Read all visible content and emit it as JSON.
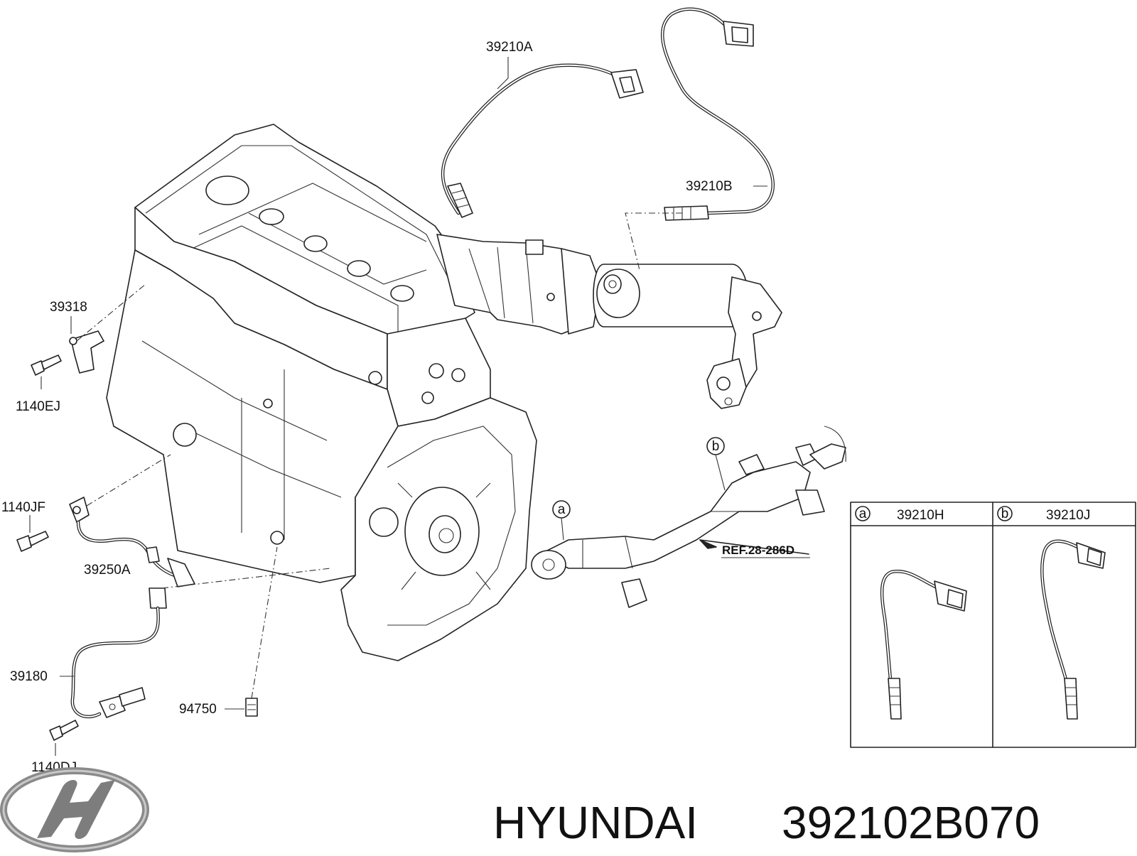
{
  "labels": {
    "p39210A": "39210A",
    "p39210B": "39210B",
    "p39318": "39318",
    "p1140EJ": "1140EJ",
    "p1140JF": "1140JF",
    "p39250A": "39250A",
    "p39180": "39180",
    "p1140DJ": "1140DJ",
    "p94750": "94750",
    "ref": "REF.28-286D",
    "callout_a": "a",
    "callout_b": "b"
  },
  "inset": {
    "cells": [
      {
        "letter": "a",
        "part": "39210H"
      },
      {
        "letter": "b",
        "part": "39210J"
      }
    ]
  },
  "caption": {
    "brand": "HYUNDAI",
    "part_number": "392102B070"
  },
  "logo": {
    "text": "HYUNDAI"
  }
}
